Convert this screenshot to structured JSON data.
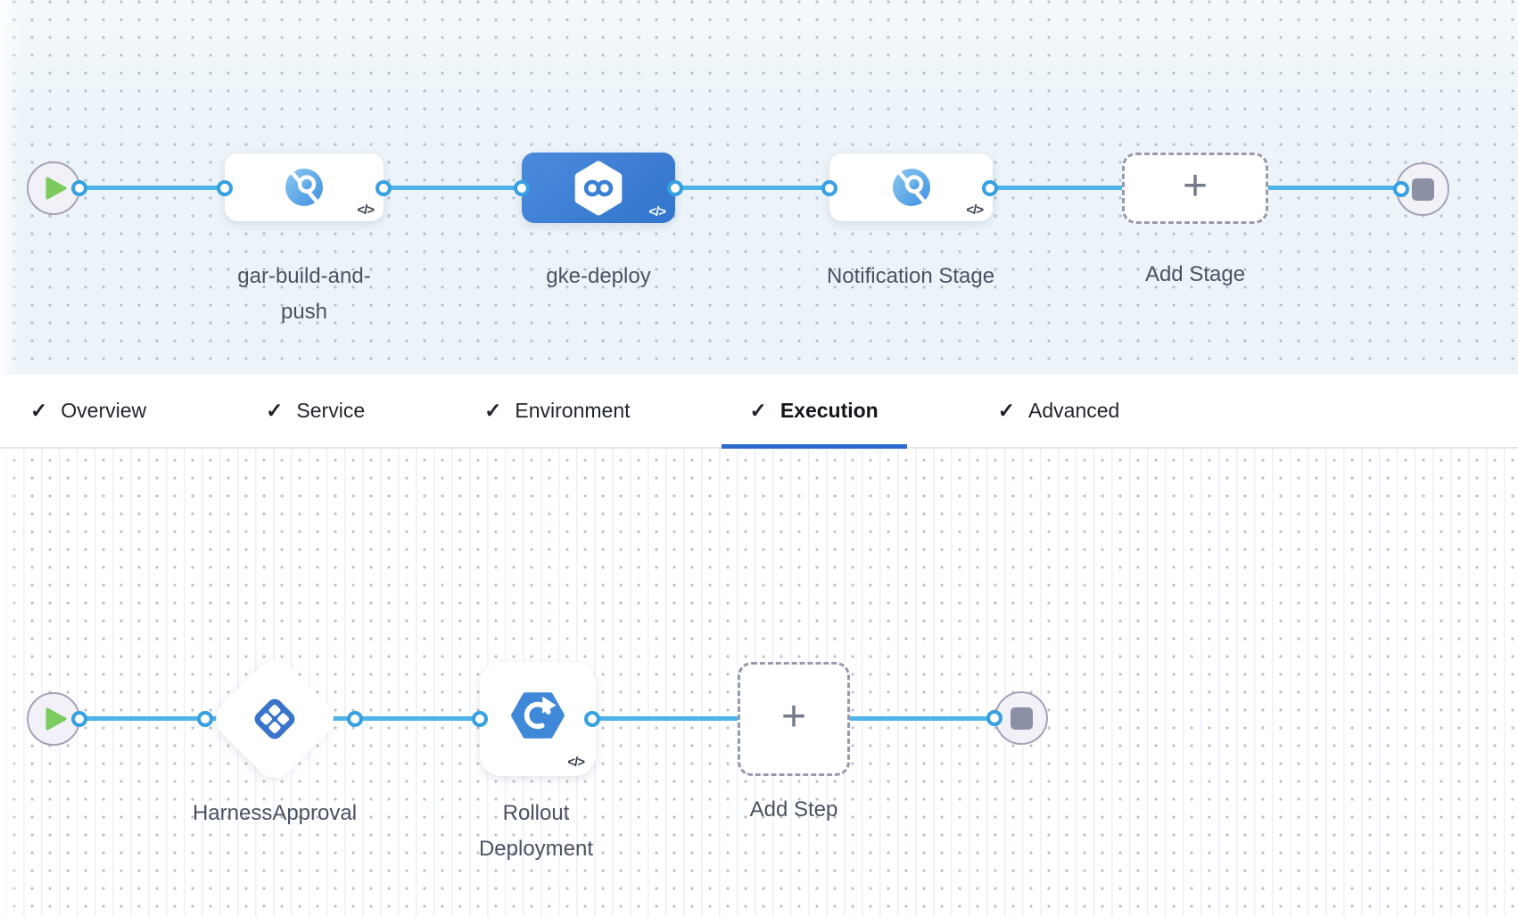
{
  "icons": {
    "check": "✓",
    "plus": "+",
    "code": "</>"
  },
  "colors": {
    "connector": "#4db3e9",
    "port_ring": "#36a0e3",
    "selected_stage": "#3b7fd4",
    "active_tab_underline": "#2c69cf",
    "play": "#7ccb5e",
    "stop": "#8b90a5"
  },
  "stage_row": {
    "stages": [
      {
        "label": "gar-build-and-push",
        "icon": "ci-build-icon",
        "selected": false
      },
      {
        "label": "gke-deploy",
        "icon": "cd-hexagon-infinity-icon",
        "selected": true
      },
      {
        "label": "Notification Stage",
        "icon": "ci-build-icon",
        "selected": false
      }
    ],
    "add_label": "Add Stage"
  },
  "tabs": [
    {
      "label": "Overview",
      "checked": true,
      "active": false
    },
    {
      "label": "Service",
      "checked": true,
      "active": false
    },
    {
      "label": "Environment",
      "checked": true,
      "active": false
    },
    {
      "label": "Execution",
      "checked": true,
      "active": true
    },
    {
      "label": "Advanced",
      "checked": true,
      "active": false
    }
  ],
  "step_row": {
    "steps": [
      {
        "label": "HarnessApproval",
        "icon": "approval-icon",
        "shape": "diamond"
      },
      {
        "label": "Rollout Deployment",
        "icon": "gke-rollout-icon",
        "shape": "card"
      }
    ],
    "add_label": "Add Step"
  }
}
